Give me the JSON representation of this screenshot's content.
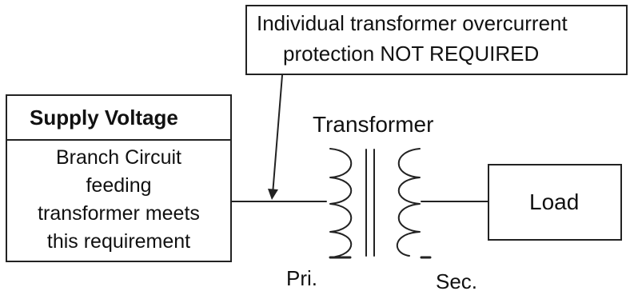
{
  "note": {
    "line1": "Individual transformer overcurrent",
    "line2": "protection NOT REQUIRED"
  },
  "supply": {
    "title": "Supply Voltage",
    "body_lines": [
      "Branch Circuit",
      "feeding",
      "transformer meets",
      "this requirement"
    ]
  },
  "transformer": {
    "label": "Transformer",
    "primary_label": "Pri.",
    "secondary_label": "Sec."
  },
  "load": {
    "label": "Load"
  },
  "colors": {
    "line": "#222222",
    "background": "#ffffff"
  }
}
